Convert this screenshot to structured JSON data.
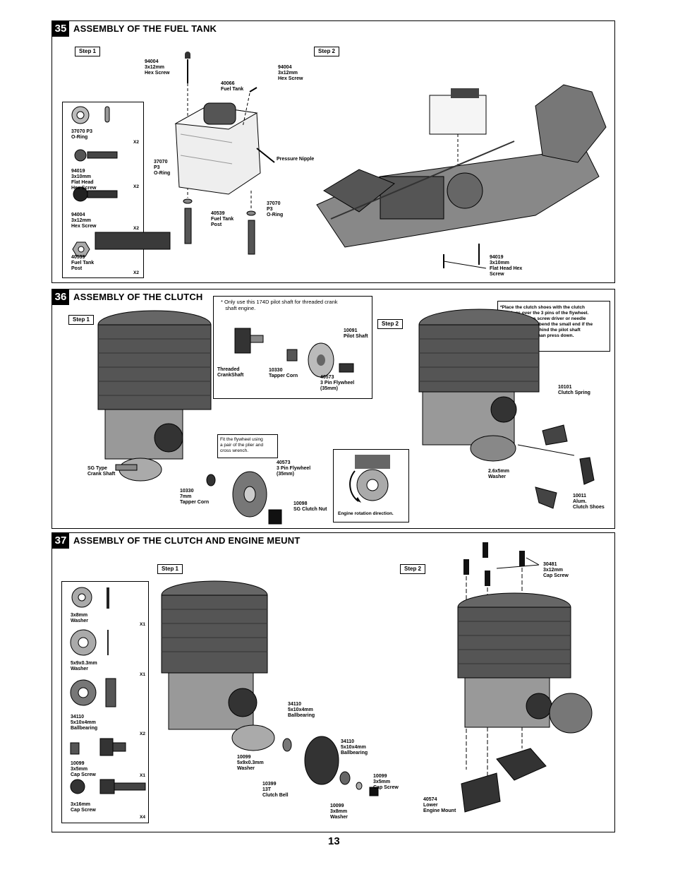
{
  "page_number": "13",
  "sec35": {
    "num": "35",
    "title": "ASSEMBLY OF THE FUEL TANK",
    "step1": "Step 1",
    "step2": "Step 2",
    "parts": {
      "oring": "37070 P3\nO-Ring",
      "oring_qty": "X2",
      "flathead": "94019\n3x10mm\nFlat Head\nHex Screw",
      "flathead_qty": "X2",
      "hex": "94004\n3x12mm\nHex Screw",
      "hex_qty": "X2",
      "post": "40539\nFuel Tank\nPost",
      "post_qty": "X2"
    },
    "labels": {
      "hex_top_left": "94004\n3x12mm\nHex Screw",
      "hex_top_right": "94004\n3x12mm\nHex Screw",
      "fuel_tank": "40066\nFuel Tank",
      "oring_left": "37070\nP3\nO-Ring",
      "pressure_nipple": "Pressure Nipple",
      "oring_right": "37070\nP3\nO-Ring",
      "post": "40539\nFuel Tank\nPost",
      "flathead": "94019\n3x10mm\nFlat Head Hex\nScrew"
    }
  },
  "sec36": {
    "num": "36",
    "title": "ASSEMBLY OF THE CLUTCH",
    "step1": "Step 1",
    "step2": "Step 2",
    "note_pilot": "* Only use this 174D pilot shaft for threaded crank\n   shaft engine.",
    "labels": {
      "threaded": "Threaded\nCrankShaft",
      "tapper_small": "10330\nTapper Corn",
      "pilot": "10091\nPilot Shaft",
      "flywheel_small": "40573\n3 Pin Flywheel\n(35mm)",
      "crank": "SG Type\nCrank Shaft",
      "flywheel_note": "Fit the flywheel using\na pair of the plier and\ncross wrench.",
      "flywheel": "40573\n3 Pin Flywheel\n(35mm)",
      "tapper": "10330\n7mm\nTapper Corn",
      "clutch_nut": "10098\nSG Clutch Nut",
      "rotation": "Engine rotation direction.",
      "clutch_note": "*Place the clutch shoes with the clutch\n   springs over the 3 pins of the flywheel.\n*Using a phillips screw driver or needle\n   nose pliers and bend the small end if the\n   clutch spring behind the pilot shaft\n   174D or 10098 than press down.",
      "spring": "10101\nClutch Spring",
      "washer": "2.6x5mm\nWasher",
      "shoes": "10011\nAlum.\nClutch Shoes"
    }
  },
  "sec37": {
    "num": "37",
    "title": "ASSEMBLY OF THE CLUTCH AND ENGINE MEUNT",
    "step1": "Step 1",
    "step2": "Step 2",
    "parts": {
      "w1": "3x8mm\nWasher",
      "w1_qty": "X1",
      "w2": "5x9x0.3mm\nWasher",
      "w2_qty": "X1",
      "bb": "34110\n5x10x4mm\nBallbearing",
      "bb_qty": "X2",
      "cs1": "10099\n3x5mm\nCap Screw",
      "cs1_qty": "X1",
      "cs2": "3x16mm\nCap Screw",
      "cs2_qty": "X4"
    },
    "labels": {
      "bb_top": "34110\n5x10x4mm\nBallbearing",
      "bb_mid": "34110\n5x10x4mm\nBallbearing",
      "washer_59": "10099\n5x9x0.3mm\nWasher",
      "bell": "10399\n13T\nClutch Bell",
      "cap_screw": "10099\n3x5mm\nCap Screw",
      "washer_38": "10099\n3x8mm\nWasher",
      "cap_screw_right": "30481\n3x12mm\nCap Screw",
      "mount": "40574\nLower\nEngine Mount"
    }
  }
}
